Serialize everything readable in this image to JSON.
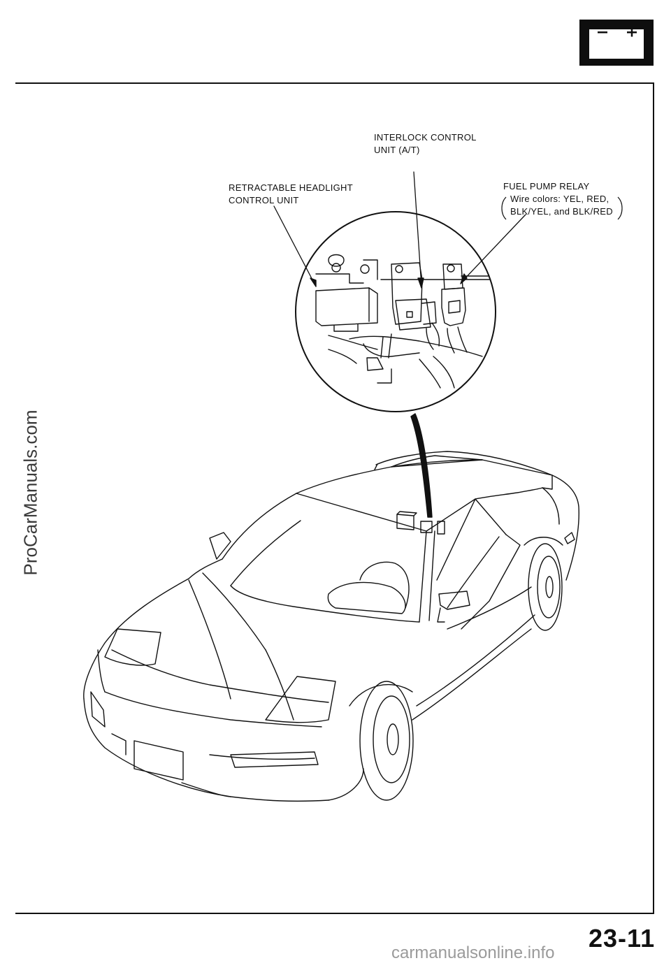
{
  "labels": {
    "interlock_line1": "INTERLOCK CONTROL",
    "interlock_line2": "UNIT (A/T)",
    "headlight_line1": "RETRACTABLE HEADLIGHT",
    "headlight_line2": "CONTROL UNIT",
    "fuelpump_line1": "FUEL PUMP RELAY",
    "fuelpump_line2": "Wire colors: YEL, RED,",
    "fuelpump_line3": "BLK/YEL, and BLK/RED"
  },
  "battery_icon": {
    "minus": "−",
    "plus": "+"
  },
  "page_number": "23-11",
  "watermark_side": "ProCarManuals.com",
  "watermark_bottom": "carmanualsonline.info"
}
